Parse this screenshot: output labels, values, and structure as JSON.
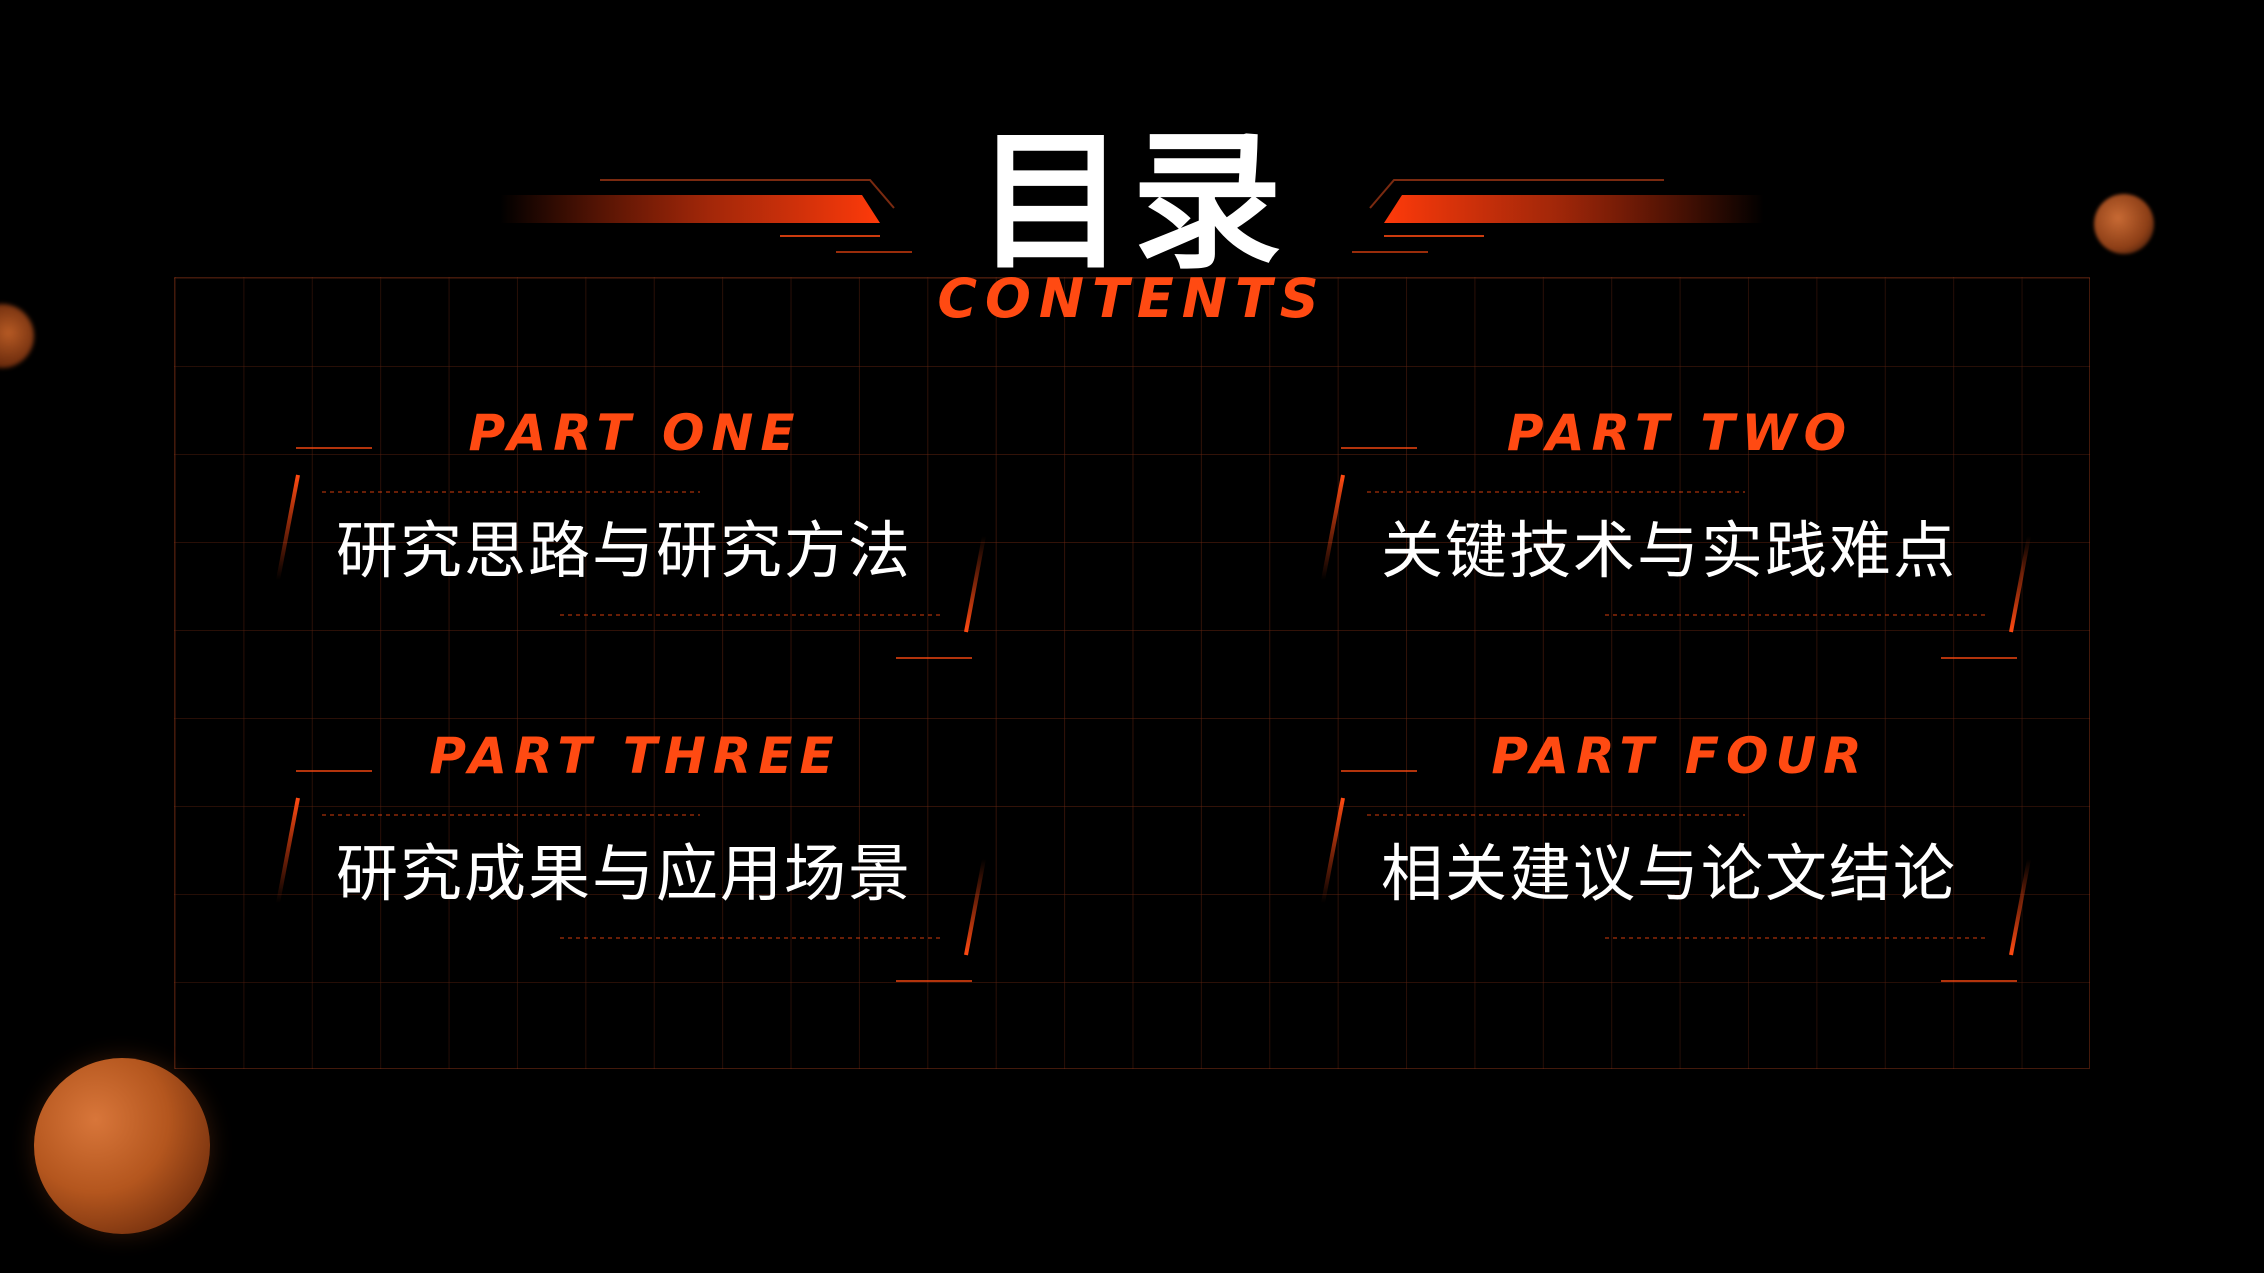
{
  "title": "目录",
  "subtitle": "CONTENTS",
  "sections": [
    {
      "part": "PART ONE",
      "label": "研究思路与研究方法"
    },
    {
      "part": "PART TWO",
      "label": "关键技术与实践难点"
    },
    {
      "part": "PART THREE",
      "label": "研究成果与应用场景"
    },
    {
      "part": "PART FOUR",
      "label": "相关建议与论文结论"
    }
  ],
  "colors": {
    "accent": "#ff4a12",
    "background": "#000000",
    "text": "#ffffff",
    "orb": "#c8632a"
  }
}
